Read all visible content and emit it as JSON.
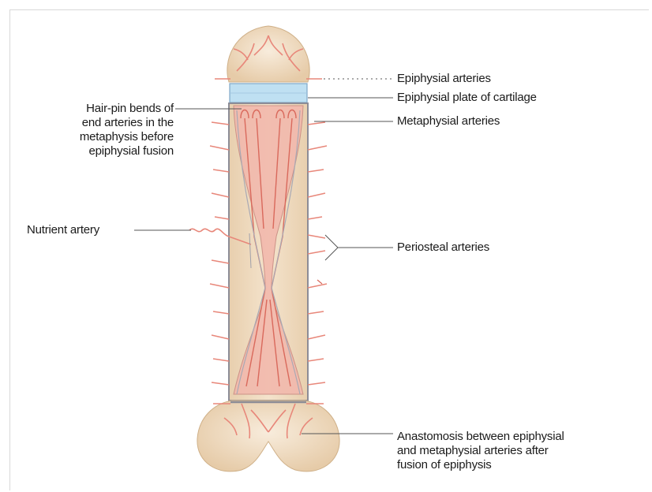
{
  "labels": {
    "epiphysial_arteries": "Epiphysial arteries",
    "epiphysial_plate": "Epiphysial plate of cartilage",
    "metaphysial_arteries": "Metaphysial arteries",
    "hairpin_bends": [
      "Hair-pin bends of",
      "end arteries in the",
      "metaphysis before",
      "epiphysial fusion"
    ],
    "nutrient_artery": "Nutrient artery",
    "periosteal_arteries": "Periosteal arteries",
    "anastomosis": [
      "Anastomosis between epiphysial",
      "and metaphysial arteries after",
      "fusion of epiphysis"
    ]
  },
  "colors": {
    "bone": "#f2dfc4",
    "bone_shade": "#e6cba8",
    "artery": "#e8877a",
    "marrow": "#f2b9ad",
    "cartilage": "#bfe0f2",
    "leader": "#555555"
  }
}
